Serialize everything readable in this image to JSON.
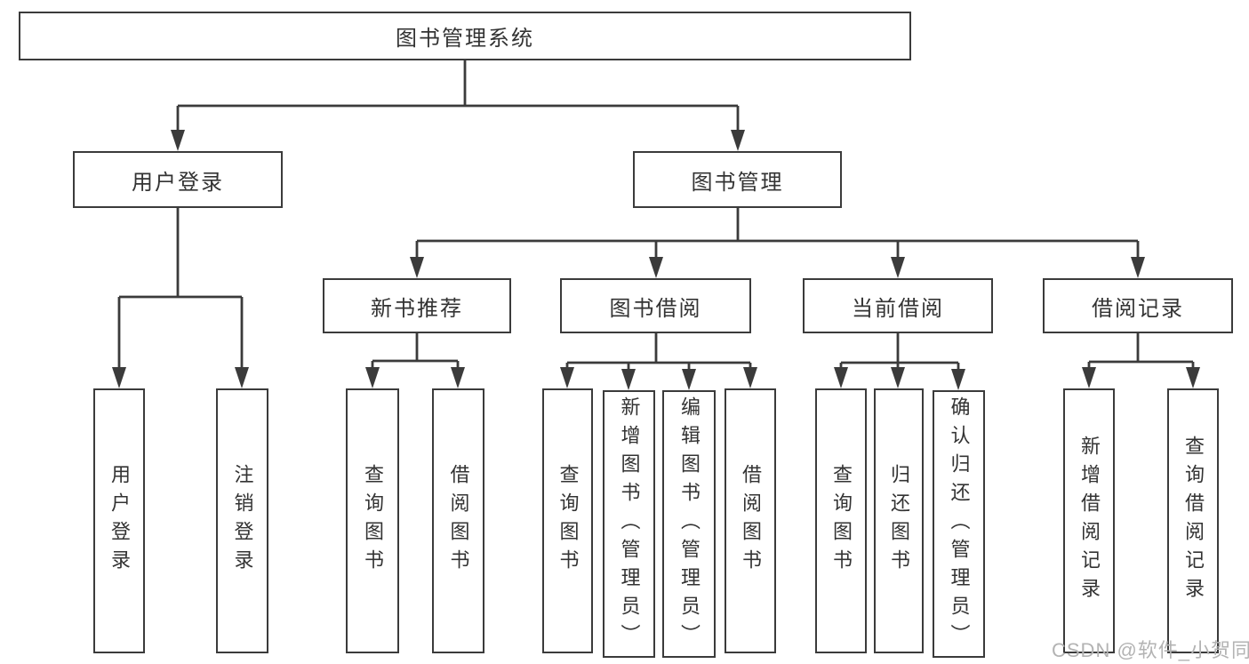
{
  "diagram": {
    "title": "图书管理系统",
    "branches": [
      {
        "label": "用户登录",
        "children": [
          "用户登录",
          "注销登录"
        ]
      },
      {
        "label": "图书管理",
        "children": [
          {
            "label": "新书推荐",
            "children": [
              "查询图书",
              "借阅图书"
            ]
          },
          {
            "label": "图书借阅",
            "children": [
              "查询图书",
              "新增图书（管理员）",
              "编辑图书（管理员）",
              "借阅图书"
            ]
          },
          {
            "label": "当前借阅",
            "children": [
              "查询图书",
              "归还图书",
              "确认归还（管理员）"
            ]
          },
          {
            "label": "借阅记录",
            "children": [
              "新增借阅记录",
              "查询借阅记录"
            ]
          }
        ]
      }
    ]
  },
  "watermark": {
    "text": "CSDN @软件_小贺同学"
  },
  "colors": {
    "line": "#3b3b3b",
    "text": "#333333",
    "box_background": "#ffffff",
    "watermark": "#b3b3b3"
  }
}
